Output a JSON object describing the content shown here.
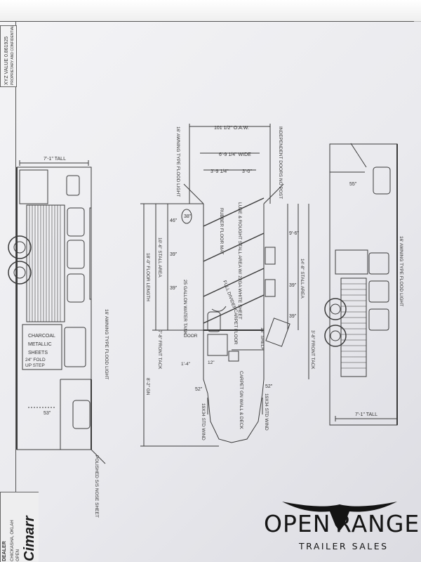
{
  "document": {
    "side_title_value": "XYZ VALUE 0.861925",
    "side_title_note": "PROPRIETARY AND CONFIDENTIAL",
    "dealer_label": "DEALER",
    "company_fragment": "Cimarr",
    "company_address": "CHICKASHA, OKLAH",
    "company_extra": "OPEN"
  },
  "left_elevation": {
    "height_label": "7'-1\" TALL",
    "awning_label": "16' AWNING TYPE FLOOD LIGHT",
    "sheets_label_1": "CHARCOAL",
    "sheets_label_2": "METALLIC",
    "sheets_label_3": "SHEETS",
    "fold_label": "24\" FOLD",
    "step_label": "UP STEP",
    "bottom_dim": "53\"",
    "nose_label": "POLISHED S/S NOSE SHEET"
  },
  "floor_plan": {
    "oaw": "101 1/2\" O.A.W.",
    "wide": "6'-9 1/4\" WIDE",
    "left_width": "3'-9 1/4\"",
    "right_width": "3'-0\"",
    "awning_left": "16' AWNING TYPE FLOOD LIGHT",
    "doors_note": "INDEPENDENT DOORS NO POST",
    "dim_38": "38\"",
    "rubber_mat": "RUBBER FLOOR MAT",
    "stall_note": "LUBE & ROUGHT STALL AREA W/ 22GA WHITE SHEET",
    "dim_46": "46\"",
    "dim_39a": "39\"",
    "dim_39b": "39\"",
    "water_tank": "25 GALLON WATER TANK",
    "full_divider": "FULL DIVIDER",
    "stall_area_left": "10'-6\" STALL AREA",
    "floor_length": "18'-0\" FLOOR LENGTH",
    "front_tack_left": "7'-8\" FRONT TACK",
    "door_label": "DOOR",
    "dim_14": "1'-4\"",
    "dim_12": "12\"",
    "carpet_floor": "CARPET FLOOR",
    "shelf_18": "18\" SHELF",
    "gn_length": "8'-2\" GN",
    "carpet_wall": "CARPET GN WALL & DECK",
    "dim_52a": "52\"",
    "dim_52b": "52\"",
    "std_wind_left": "19X34 STD WIND",
    "std_wind_right": "19X34 STD WIND",
    "dim_right_9": "9'-6\"",
    "stall_area_right": "14'-8\" STALL AREA",
    "dim_39c": "39\"",
    "dim_39d": "39\"",
    "front_tack_right": "3'-8\" FRONT TACK"
  },
  "right_elevation": {
    "dim_55": "55\"",
    "awning_label": "16' AWNING TYPE FLOOD LIGHT",
    "height_label": "7'-1\" TALL"
  },
  "logo": {
    "word_left": "OPEN",
    "word_right": "RANGE",
    "tagline": "TRAILER SALES",
    "icon": "longhorn-skull-icon"
  }
}
